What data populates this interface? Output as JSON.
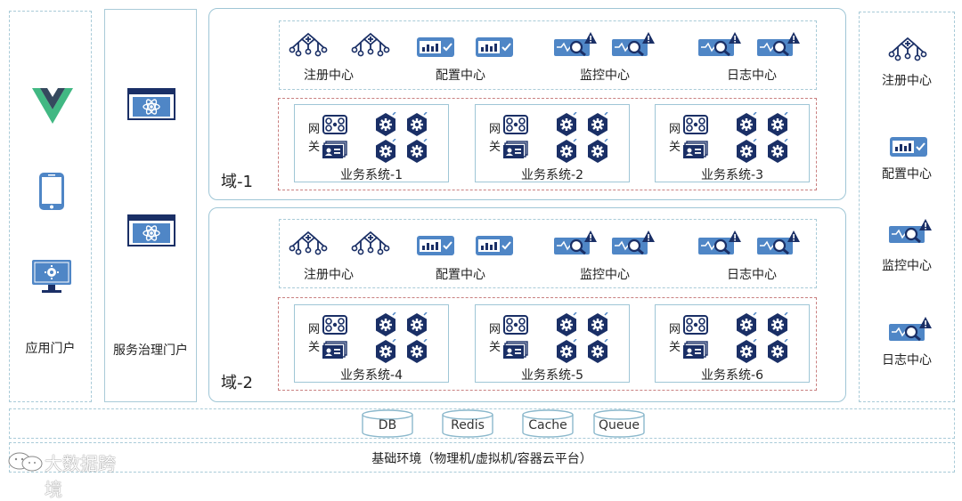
{
  "portals": {
    "app_portal": "应用门户",
    "service_portal": "服务治理门户"
  },
  "domains": [
    {
      "label": "域-1",
      "centers": [
        "注册中心",
        "配置中心",
        "监控中心",
        "日志中心"
      ],
      "gateway_label": [
        "网",
        "关"
      ],
      "systems": [
        "业务系统-1",
        "业务系统-2",
        "业务系统-3"
      ]
    },
    {
      "label": "域-2",
      "centers": [
        "注册中心",
        "配置中心",
        "监控中心",
        "日志中心"
      ],
      "gateway_label": [
        "网",
        "关"
      ],
      "systems": [
        "业务系统-4",
        "业务系统-5",
        "业务系统-6"
      ]
    }
  ],
  "right_panel": [
    "注册中心",
    "配置中心",
    "监控中心",
    "日志中心"
  ],
  "storage": [
    "DB",
    "Redis",
    "Cache",
    "Queue"
  ],
  "infrastructure": "基础环境（物理机/虚拟机/容器云平台）",
  "watermark": "大数据跨境",
  "colors": {
    "navy": "#1a2f66",
    "icon_blue": "#4f86c6",
    "vue_green": "#41b883",
    "vue_dark": "#35495e",
    "panel_border": "#a9cbd8",
    "alert_red": "#c98080"
  },
  "icons": {
    "registry": "network-node-icon",
    "config": "config-panel-icon",
    "monitor": "monitor-alert-icon",
    "log": "log-alert-icon",
    "gateway": "gateway-icon",
    "service": "gear-hexagon-icon",
    "app_portal": [
      "vue-logo-icon",
      "mobile-phone-icon",
      "desktop-monitor-icon"
    ],
    "service_portal": "browser-atom-icon"
  }
}
